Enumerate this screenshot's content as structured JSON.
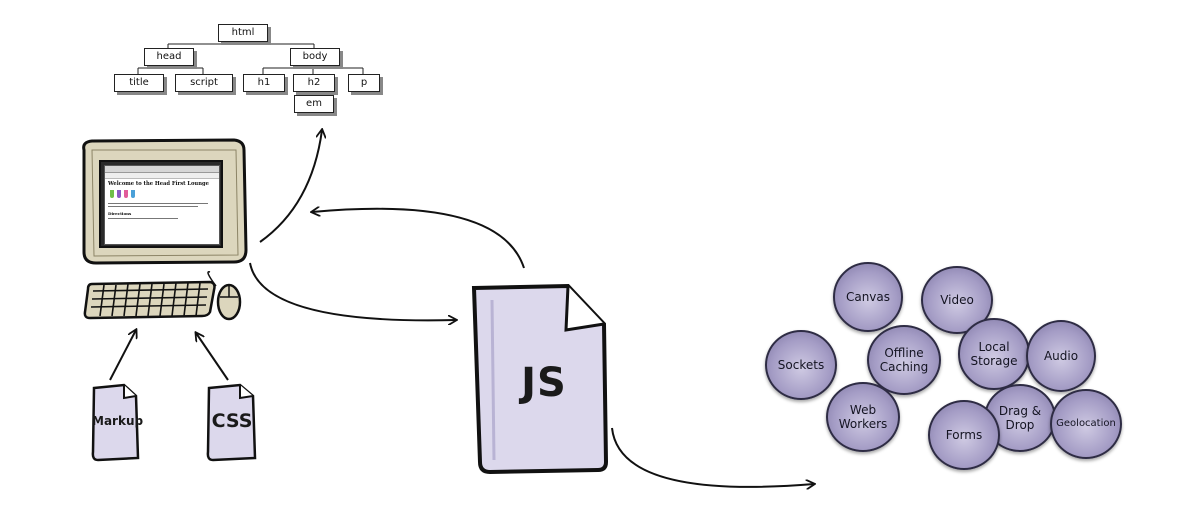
{
  "dom_tree": {
    "html": "html",
    "head": "head",
    "body": "body",
    "title": "title",
    "script": "script",
    "h1": "h1",
    "h2": "h2",
    "p": "p",
    "em": "em"
  },
  "browser": {
    "page_title": "Welcome to the Head First Lounge",
    "section_heading": "Directions",
    "glass_colors": [
      "#6fbf4a",
      "#8a5bc5",
      "#e25c9a",
      "#4aa0d8"
    ]
  },
  "files": {
    "markup": "Markup",
    "css": "CSS",
    "js": "JS"
  },
  "apis": {
    "canvas": "Canvas",
    "video": "Video",
    "sockets": "Sockets",
    "offline_caching": [
      "Offline",
      "Caching"
    ],
    "local_storage": [
      "Local",
      "Storage"
    ],
    "audio": "Audio",
    "web_workers": [
      "Web",
      "Workers"
    ],
    "drag_drop": [
      "Drag &",
      "Drop"
    ],
    "forms": "Forms",
    "geolocation": "Geolocation"
  },
  "colors": {
    "bubble_fill": "#a49cc5",
    "bubble_border": "#2e2c44",
    "computer_beige": "#dcd6bd",
    "document_fill": "#dcd8ec"
  }
}
